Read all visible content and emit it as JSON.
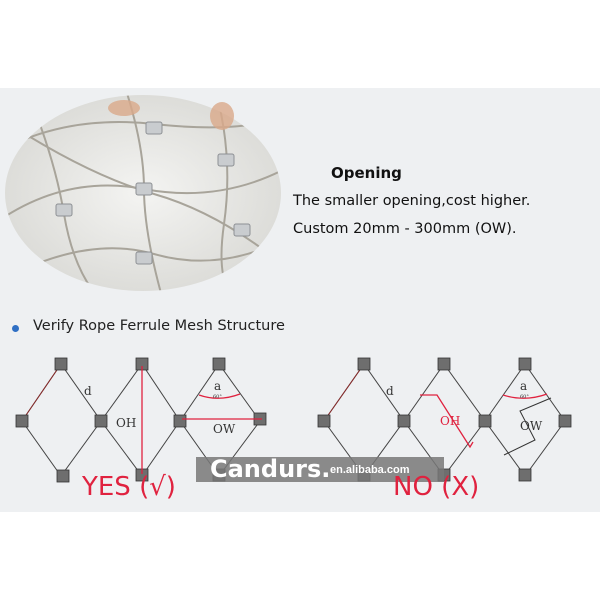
{
  "info": {
    "title": "Opening",
    "line1": "The smaller opening,cost higher.",
    "line2": "Custom 20mm - 300mm (OW)."
  },
  "section": {
    "heading": "Verify Rope Ferrule Mesh Structure",
    "bullet_color": "#2f6fc4"
  },
  "diagram": {
    "labels": {
      "d": "d",
      "oh": "OH",
      "ow": "OW",
      "a": "a",
      "angle": "60°"
    },
    "yes_label": "YES (√)",
    "no_label": "NO (X)",
    "highlight_color": "#e0223f"
  },
  "watermark": {
    "brand": "Candurs.",
    "domain": "en.alibaba.com"
  }
}
